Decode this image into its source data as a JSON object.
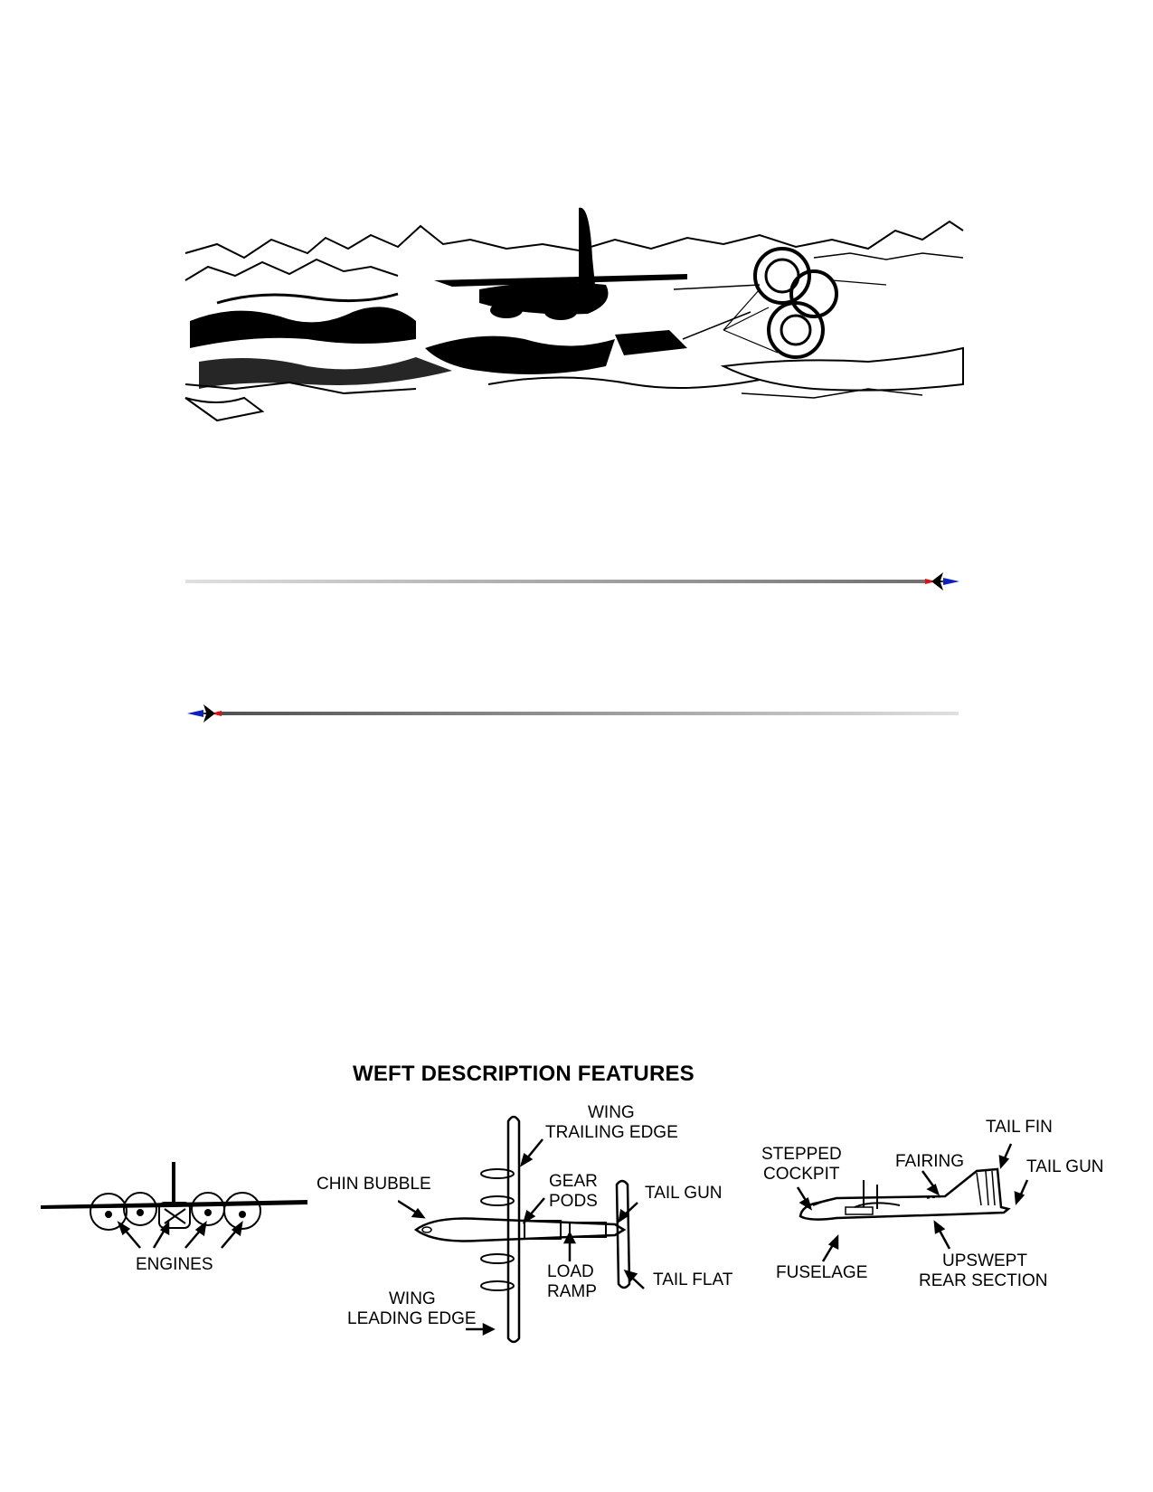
{
  "figure": {
    "title": "WEFT DESCRIPTION FEATURES",
    "front_view": {
      "engines": "ENGINES"
    },
    "top_view": {
      "wing_trailing_edge": [
        "WING",
        "TRAILING EDGE"
      ],
      "chin_bubble": "CHIN BUBBLE",
      "gear_pods": [
        "GEAR",
        "PODS"
      ],
      "tail_gun": "TAIL GUN",
      "load_ramp": [
        "LOAD",
        "RAMP"
      ],
      "tail_flat": "TAIL FLAT",
      "wing_leading_edge": [
        "WING",
        "LEADING EDGE"
      ]
    },
    "side_view": {
      "stepped_cockpit": [
        "STEPPED",
        "COCKPIT"
      ],
      "fairing": "FAIRING",
      "tail_fin": "TAIL FIN",
      "tail_gun": "TAIL GUN",
      "fuselage": "FUSELAGE",
      "upswept_rear_section": [
        "UPSWEPT",
        "REAR SECTION"
      ]
    }
  },
  "colors": {
    "line": "#000000",
    "rule_red": "#e01010",
    "rule_blue": "#1020c0",
    "rule_gray": "#808080"
  },
  "icons": [
    "airdrop-scene-illustration",
    "jet-rule-right-icon",
    "jet-rule-left-icon",
    "aircraft-front-view",
    "aircraft-top-view",
    "aircraft-side-view",
    "pointer-arrow-icon"
  ]
}
